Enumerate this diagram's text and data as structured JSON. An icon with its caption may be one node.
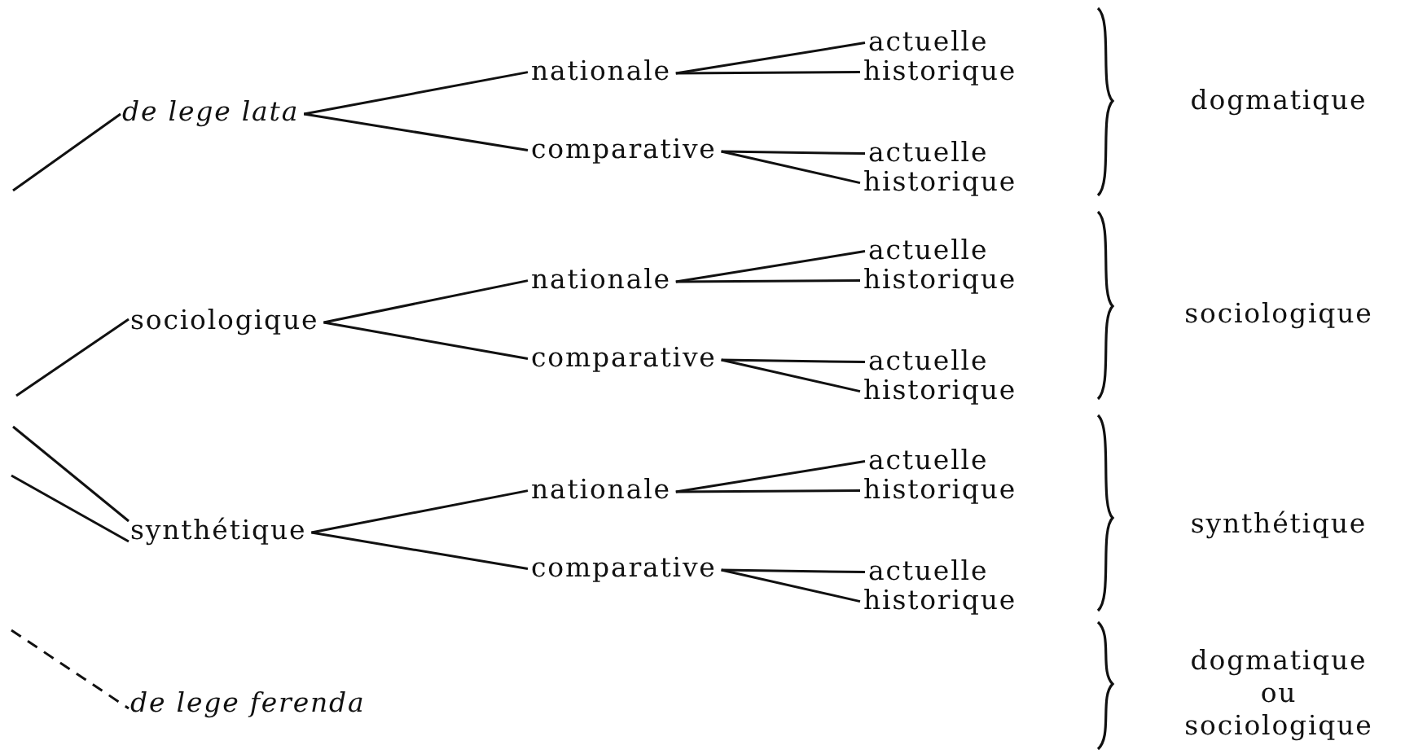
{
  "diagram": {
    "nodes": [
      {
        "text": [
          "de lege lata"
        ]
      },
      {
        "text": [
          "nationale"
        ]
      },
      {
        "text": [
          "actuelle"
        ]
      },
      {
        "text": [
          "historique"
        ]
      },
      {
        "text": [
          "comparative"
        ]
      },
      {
        "text": [
          "actuelle"
        ]
      },
      {
        "text": [
          "historique"
        ]
      },
      {
        "text": [
          "sociologique"
        ]
      },
      {
        "text": [
          "nationale"
        ]
      },
      {
        "text": [
          "actuelle"
        ]
      },
      {
        "text": [
          "historique"
        ]
      },
      {
        "text": [
          "comparative"
        ]
      },
      {
        "text": [
          "actuelle"
        ]
      },
      {
        "text": [
          "historique"
        ]
      },
      {
        "text": [
          "synthétique"
        ]
      },
      {
        "text": [
          "nationale"
        ]
      },
      {
        "text": [
          "actuelle"
        ]
      },
      {
        "text": [
          "historique"
        ]
      },
      {
        "text": [
          "comparative"
        ]
      },
      {
        "text": [
          "actuelle"
        ]
      },
      {
        "text": [
          "historique"
        ]
      },
      {
        "text": [
          "de lege ferenda"
        ]
      }
    ],
    "edges": [
      {
        "from": null,
        "to": 0,
        "arrow": "none"
      },
      {
        "from": 0,
        "to": 1,
        "arrow": "none"
      },
      {
        "from": 0,
        "to": 4,
        "arrow": "none"
      },
      {
        "from": 1,
        "to": 2,
        "arrow": "none"
      },
      {
        "from": 1,
        "to": 3,
        "arrow": "none"
      },
      {
        "from": 4,
        "to": 5,
        "arrow": "none"
      },
      {
        "from": 4,
        "to": 6,
        "arrow": "none"
      },
      {
        "from": null,
        "to": 7,
        "arrow": "none"
      },
      {
        "from": 7,
        "to": 8,
        "arrow": "none"
      },
      {
        "from": 7,
        "to": 11,
        "arrow": "none"
      },
      {
        "from": 8,
        "to": 9,
        "arrow": "none"
      },
      {
        "from": 8,
        "to": 10,
        "arrow": "none"
      },
      {
        "from": 11,
        "to": 12,
        "arrow": "none"
      },
      {
        "from": 11,
        "to": 13,
        "arrow": "none"
      },
      {
        "from": null,
        "to": 14,
        "arrow": "none"
      },
      {
        "from": null,
        "to": 14,
        "arrow": "none"
      },
      {
        "from": 14,
        "to": 15,
        "arrow": "none"
      },
      {
        "from": 14,
        "to": 18,
        "arrow": "none"
      },
      {
        "from": 15,
        "to": 16,
        "arrow": "none"
      },
      {
        "from": 15,
        "to": 17,
        "arrow": "none"
      },
      {
        "from": 18,
        "to": 19,
        "arrow": "none"
      },
      {
        "from": 18,
        "to": 20,
        "arrow": "none"
      },
      {
        "from": null,
        "to": 21,
        "arrow": "none",
        "style": "dashed"
      }
    ],
    "labels": [
      "dogmatique",
      "sociologique",
      "synthétique",
      "dogmatique ou sociologique"
    ]
  }
}
